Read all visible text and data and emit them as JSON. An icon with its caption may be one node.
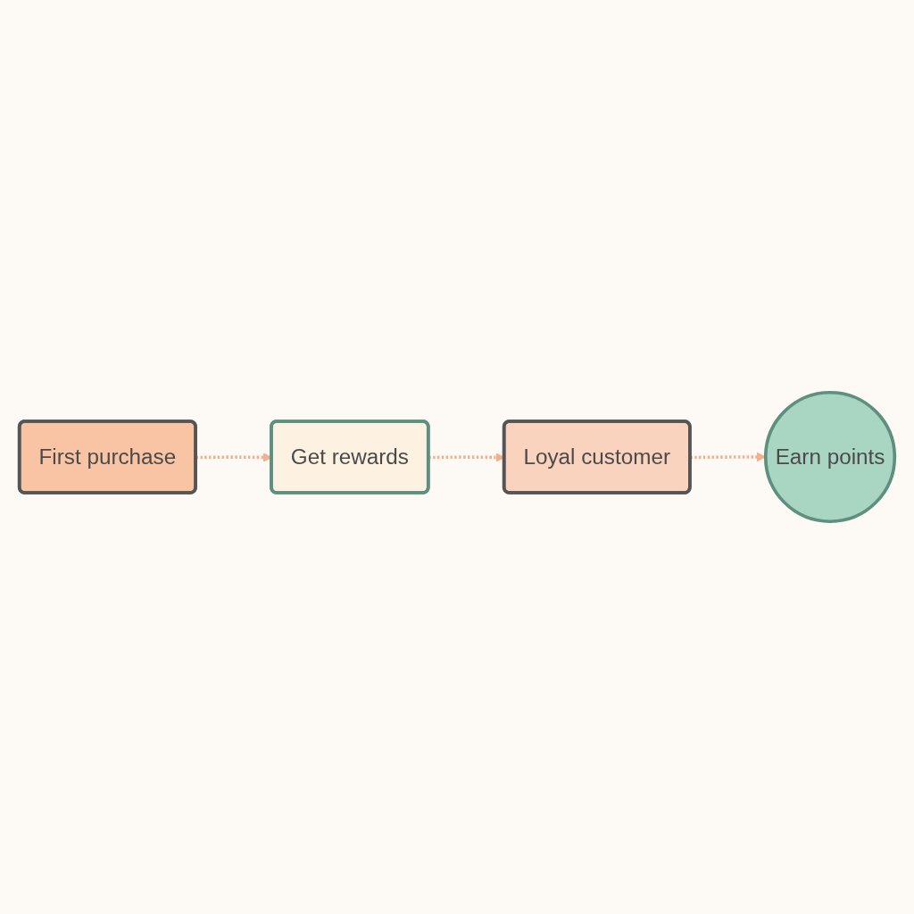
{
  "diagram": {
    "nodes": [
      {
        "text": [
          "First purchase"
        ]
      },
      {
        "text": [
          "Get rewards"
        ]
      },
      {
        "text": [
          "Loyal customer"
        ]
      },
      {
        "text": [
          "Earn points"
        ]
      }
    ],
    "edges": [
      {
        "from": 0,
        "to": 1,
        "arrow": "to",
        "style": "dashed"
      },
      {
        "from": 1,
        "to": 2,
        "arrow": "to",
        "style": "dashed"
      },
      {
        "from": 2,
        "to": 3,
        "arrow": "to",
        "style": "dashed"
      }
    ]
  }
}
